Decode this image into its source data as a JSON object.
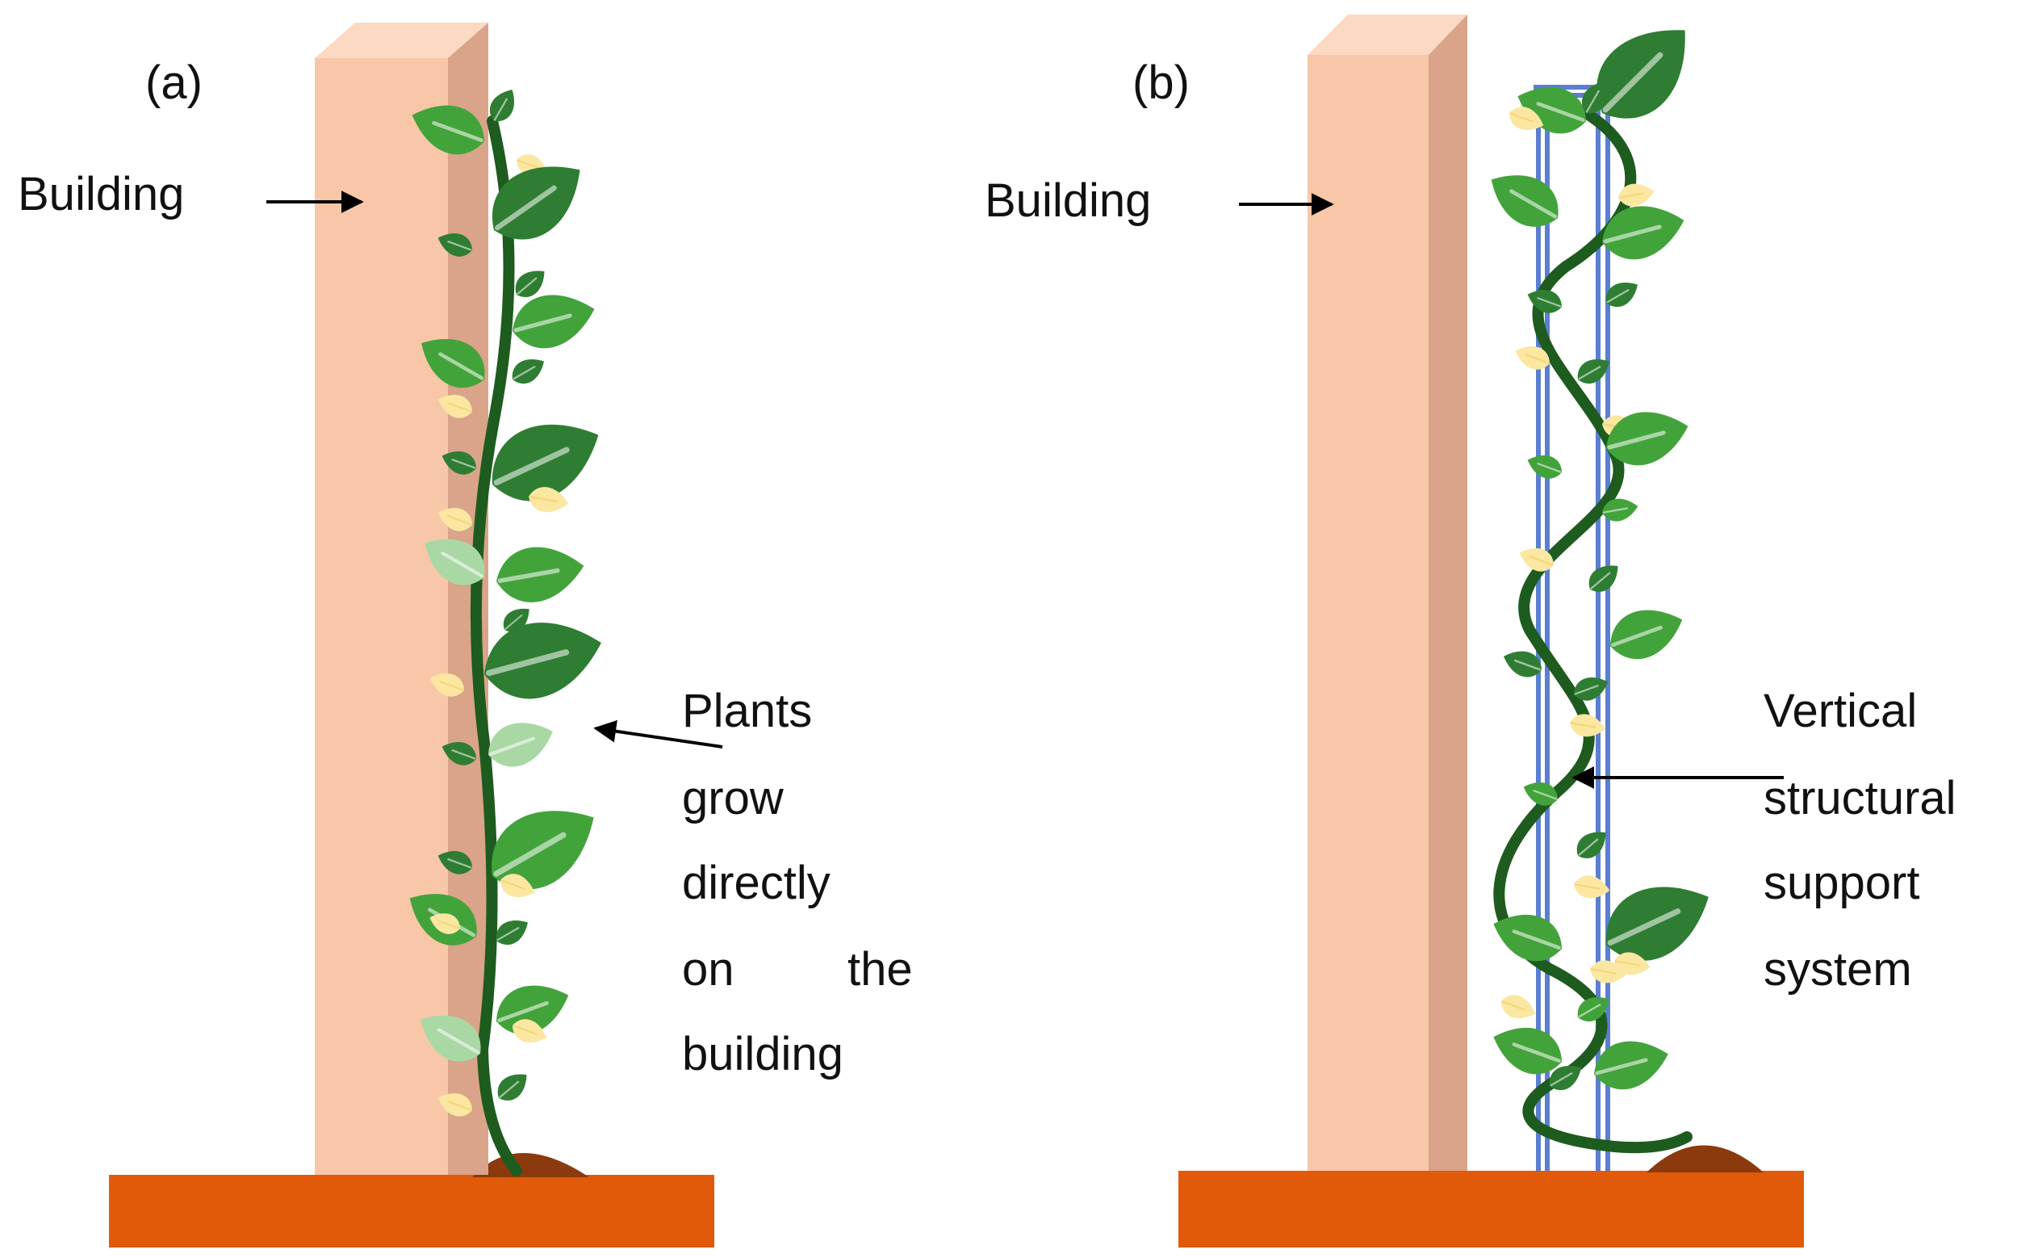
{
  "colors": {
    "building_front": "#F8C7A8",
    "building_side": "#D9A489",
    "building_top": "#FBD9C3",
    "ground": "#E05A0A",
    "soil": "#8B3A0E",
    "stem": "#1E5B1E",
    "leaf_dark": "#2E7D32",
    "leaf_mid": "#43A33B",
    "leaf_light": "#A9D8A4",
    "leaf_yellow": "#FBE7A1",
    "trellis": "#5A7FD0"
  },
  "panel_a": {
    "tag": "(a)",
    "building_label": "Building",
    "plant_label_lines": [
      "Plants",
      "grow",
      "directly",
      "on",
      "the",
      "building"
    ]
  },
  "panel_b": {
    "tag": "(b)",
    "building_label": "Building",
    "support_label_lines": [
      "Vertical",
      "structural",
      "support",
      "system"
    ]
  }
}
